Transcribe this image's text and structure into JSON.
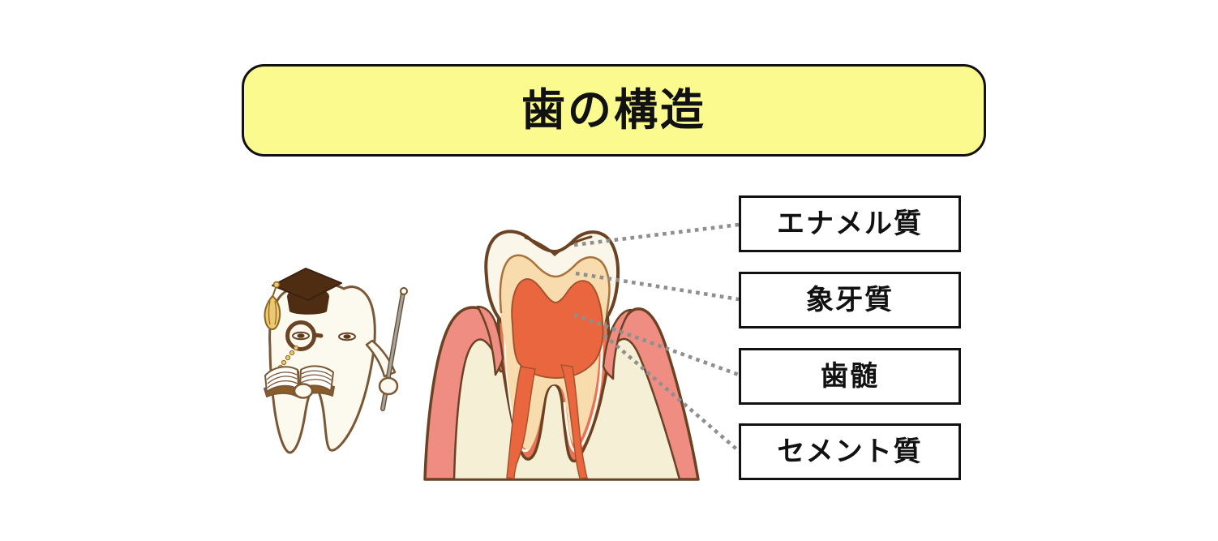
{
  "title": {
    "text": "歯の構造"
  },
  "labels": [
    {
      "id": "enamel",
      "text": "エナメル質"
    },
    {
      "id": "dentin",
      "text": "象牙質"
    },
    {
      "id": "pulp",
      "text": "歯髄"
    },
    {
      "id": "cementum",
      "text": "セメント質"
    }
  ],
  "illustration": {
    "character_icons": [
      "tooth-professor-icon",
      "mortarboard-cap-icon",
      "tassel-icon",
      "monocle-icon",
      "open-book-icon",
      "pointer-stick-icon"
    ],
    "tooth_section_parts": [
      "enamel-layer",
      "dentin-layer",
      "pulp-chamber",
      "root-canals",
      "cementum-line",
      "gum",
      "jaw-bone"
    ]
  },
  "colors": {
    "background": "#ffffff",
    "banner_fill": "#fbfa8e",
    "banner_border": "#111111",
    "label_bg": "#ffffff",
    "label_border": "#111111",
    "outline_brown": "#6b4324",
    "enamel": "#fbf6ea",
    "dentin": "#f8dcae",
    "dentin_edge": "#a9713c",
    "pulp": "#e9663f",
    "pulp_edge": "#a5532d",
    "gum": "#ef8d82",
    "bone": "#f5efd5",
    "root_surface": "#ea7356",
    "cementum_white": "#fdf9ee",
    "leader_line": "#8f8f8f",
    "character_body": "#fcf9ee",
    "character_outline": "#7a5836",
    "cap": "#4e2d13",
    "tassel": "#ecc870",
    "tassel_edge": "#8a6520",
    "stick_gray": "#a3a3a3"
  }
}
